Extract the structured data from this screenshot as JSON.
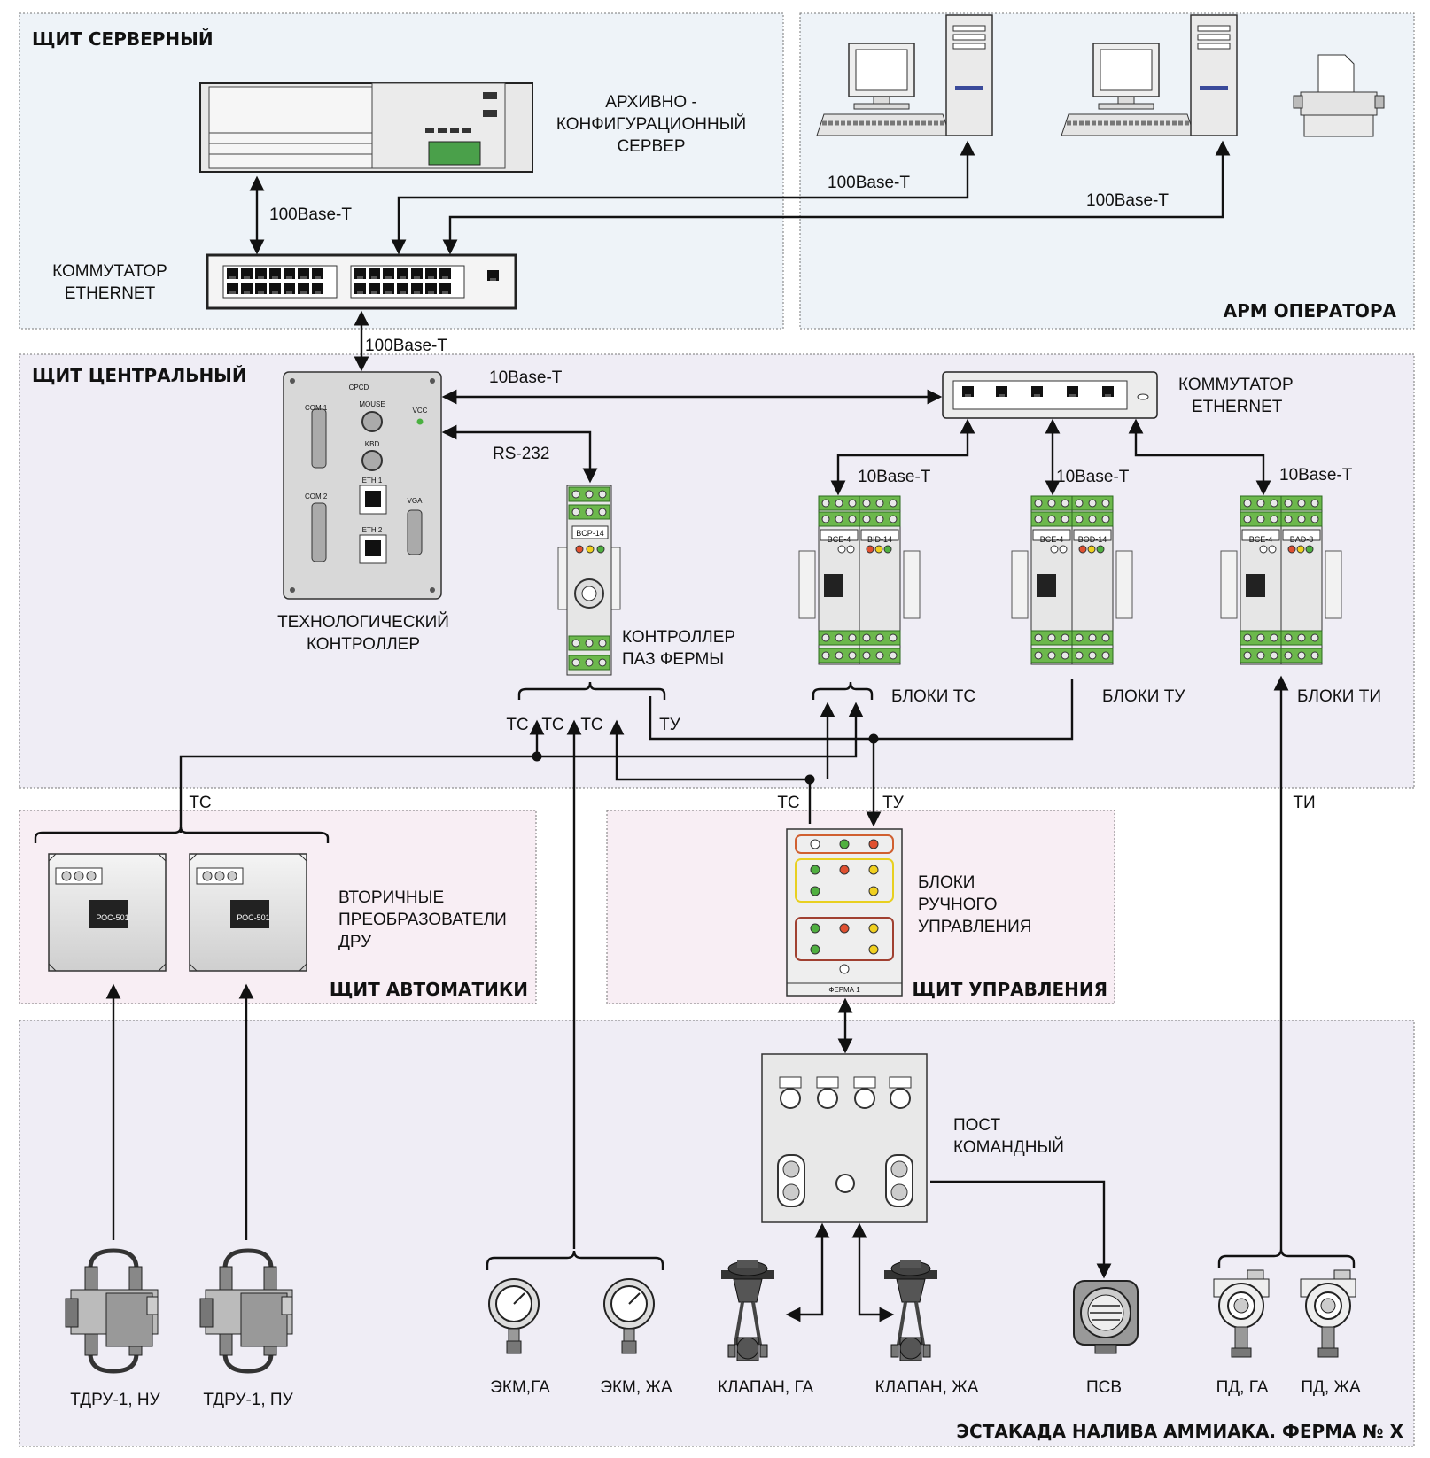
{
  "zones": {
    "server": "ЩИТ СЕРВЕРНЫЙ",
    "operator": "АРМ ОПЕРАТОРА",
    "central": "ЩИТ ЦЕНТРАЛЬНЫЙ",
    "automation": "ЩИТ АВТОМАТИКИ",
    "control": "ЩИТ УПРАВЛЕНИЯ",
    "estacade": "ЭСТАКАДА НАЛИВА АММИАКА. ФЕРМА № X"
  },
  "server": {
    "line1": "АРХИВНО  -",
    "line2": "КОНФИГУРАЦИОННЫЙ",
    "line3": "СЕРВЕР"
  },
  "switch_main": {
    "line1": "КОММУТАТОР",
    "line2": "ETHERNET"
  },
  "switch_small": {
    "line1": "КОММУТАТОР",
    "line2": "ETHERNET"
  },
  "links": {
    "server_switch": "100Base-T",
    "pc1": "100Base-T",
    "pc2": "100Base-T",
    "switch_ctrl": "100Base-T",
    "ctrl_switch2": "10Base-T",
    "rs232": "RS-232",
    "tc_block": "10Base-T",
    "tu_block": "10Base-T",
    "ti_block": "10Base-T"
  },
  "tech_controller": {
    "line1": "ТЕХНОЛОГИЧЕСКИЙ",
    "line2": "КОНТРОЛЛЕР",
    "labels": {
      "cpcd": "CPCD",
      "com1": "COM 1",
      "com2": "COM 2",
      "mouse": "MOUSE",
      "kbd": "KBD",
      "eth1": "ETH 1",
      "eth2": "ETH 2",
      "vga": "VGA",
      "vcc": "VCC"
    }
  },
  "paz_controller": {
    "line1": "КОНТРОЛЛЕР",
    "line2": "ПАЗ  ФЕРМЫ",
    "module": "BCP-14"
  },
  "blocks": {
    "tc": {
      "label": "БЛОКИ   ТС",
      "m1": "BCE-4",
      "m2": "BID-14"
    },
    "tu": {
      "label": "БЛОКИ   ТУ",
      "m1": "BCE-4",
      "m2": "BOD-14"
    },
    "ti": {
      "label": "БЛОКИ   ТИ",
      "m1": "BCE-4",
      "m2": "BAD-8"
    }
  },
  "signals": {
    "tc1": "ТС",
    "tc2": "ТС",
    "tc3": "ТС",
    "tu": "ТУ",
    "tc_auto": "ТС",
    "tc_ctrl": "ТС",
    "tu_ctrl": "ТУ",
    "ti": "ТИ"
  },
  "secondary": {
    "line1": "ВТОРИЧНЫЕ",
    "line2": "ПРЕОБРАЗОВАТЕЛИ",
    "line3": "ДРУ",
    "model1": "РОС-501",
    "model2": "РОС-501"
  },
  "manual": {
    "line1": "БЛОКИ",
    "line2": "РУЧНОГО",
    "line3": "УПРАВЛЕНИЯ",
    "tag": "ФЕРМА 1"
  },
  "post": {
    "line1": "ПОСТ",
    "line2": "КОМАНДНЫЙ"
  },
  "devices": {
    "tdru_nu": "ТДРУ-1, НУ",
    "tdru_pu": "ТДРУ-1, ПУ",
    "ekm_ga": "ЭКМ,ГА",
    "ekm_zha": "ЭКМ, ЖА",
    "valve_ga": "КЛАПАН, ГА",
    "valve_zha": "КЛАПАН, ЖА",
    "psv": "ПСВ",
    "pd_ga": "ПД, ГА",
    "pd_zha": "ПД, ЖА"
  }
}
